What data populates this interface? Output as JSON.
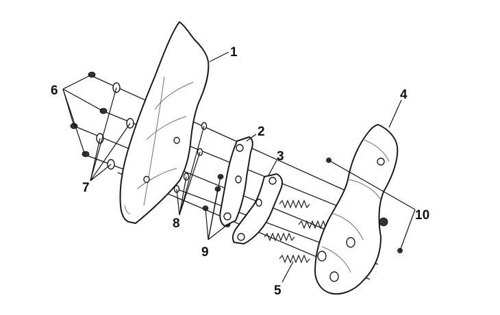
{
  "callouts": {
    "c1": "1",
    "c2": "2",
    "c3": "3",
    "c4": "4",
    "c5": "5",
    "c6": "6",
    "c7": "7",
    "c8": "8",
    "c9": "9",
    "c10": "10"
  },
  "colors": {
    "line": "#1a1a1a",
    "background": "#ffffff"
  }
}
